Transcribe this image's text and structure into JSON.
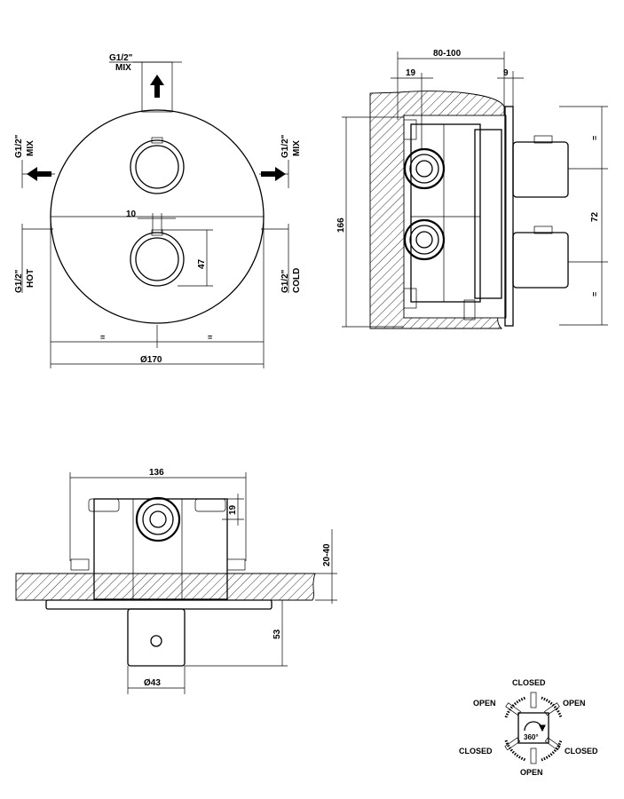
{
  "front_view": {
    "label_top": {
      "size": "G1/2\"",
      "name": "MIX"
    },
    "label_left_mix": {
      "size": "G1/2\"",
      "name": "MIX"
    },
    "label_right_mix": {
      "size": "G1/2\"",
      "name": "MIX"
    },
    "label_hot": {
      "size": "G1/2\"",
      "name": "HOT"
    },
    "label_cold": {
      "size": "G1/2\"",
      "name": "COLD"
    },
    "dim_handle_width": "10",
    "dim_handle_offset": "47",
    "dim_half_left": "=",
    "dim_half_right": "=",
    "dim_diameter": "Ø170"
  },
  "side_view": {
    "dim_depth_range": "80-100",
    "dim_19": "19",
    "dim_9": "9",
    "dim_height": "166",
    "dim_spacing": "72",
    "dim_eq_top": "=",
    "dim_eq_bottom": "="
  },
  "top_view": {
    "dim_width": "136",
    "dim_19": "19",
    "dim_wall": "20-40",
    "dim_projection": "53",
    "dim_diameter": "Ø43"
  },
  "rotation_legend": {
    "closed_top": "CLOSED",
    "open_top_left": "OPEN",
    "open_top_right": "OPEN",
    "closed_left": "CLOSED",
    "closed_right": "CLOSED",
    "open_bottom": "OPEN",
    "center_value": "360°"
  }
}
